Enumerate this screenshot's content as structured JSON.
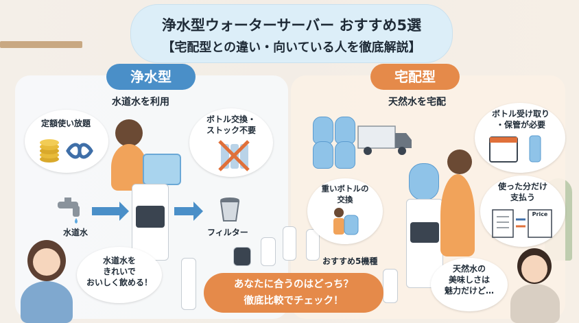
{
  "header": {
    "title_line1": "浄水型ウォーターサーバー おすすめ5選",
    "title_line2": "【宅配型との違い・向いている人を徹底解説】"
  },
  "left": {
    "tag": "浄水型",
    "subtitle": "水道水を利用",
    "bubble_plan": "定額使い放題",
    "bubble_bottle": "ボトル交換・\nストック不要",
    "label_tap": "水道水",
    "label_filter": "フィルター",
    "speech": "水道水を\nきれいで\nおいしく飲める！"
  },
  "right": {
    "tag": "宅配型",
    "subtitle": "天然水を宅配",
    "bubble_receive": "ボトル受け取り\n・保管が必要",
    "bubble_heavy": "重いボトルの\n交換",
    "bubble_pay": "使った分だけ\n支払う",
    "price_label": "Price",
    "speech": "天然水の\n美味しさは\n魅力だけど…"
  },
  "center": {
    "recommend_label": "おすすめ5機種",
    "cta_line1": "あなたに合うのはどっち？",
    "cta_line2": "徹底比較でチェック！"
  },
  "colors": {
    "blue": "#4a8fc8",
    "orange": "#e58a4a",
    "title_bg": "#dceef8"
  }
}
